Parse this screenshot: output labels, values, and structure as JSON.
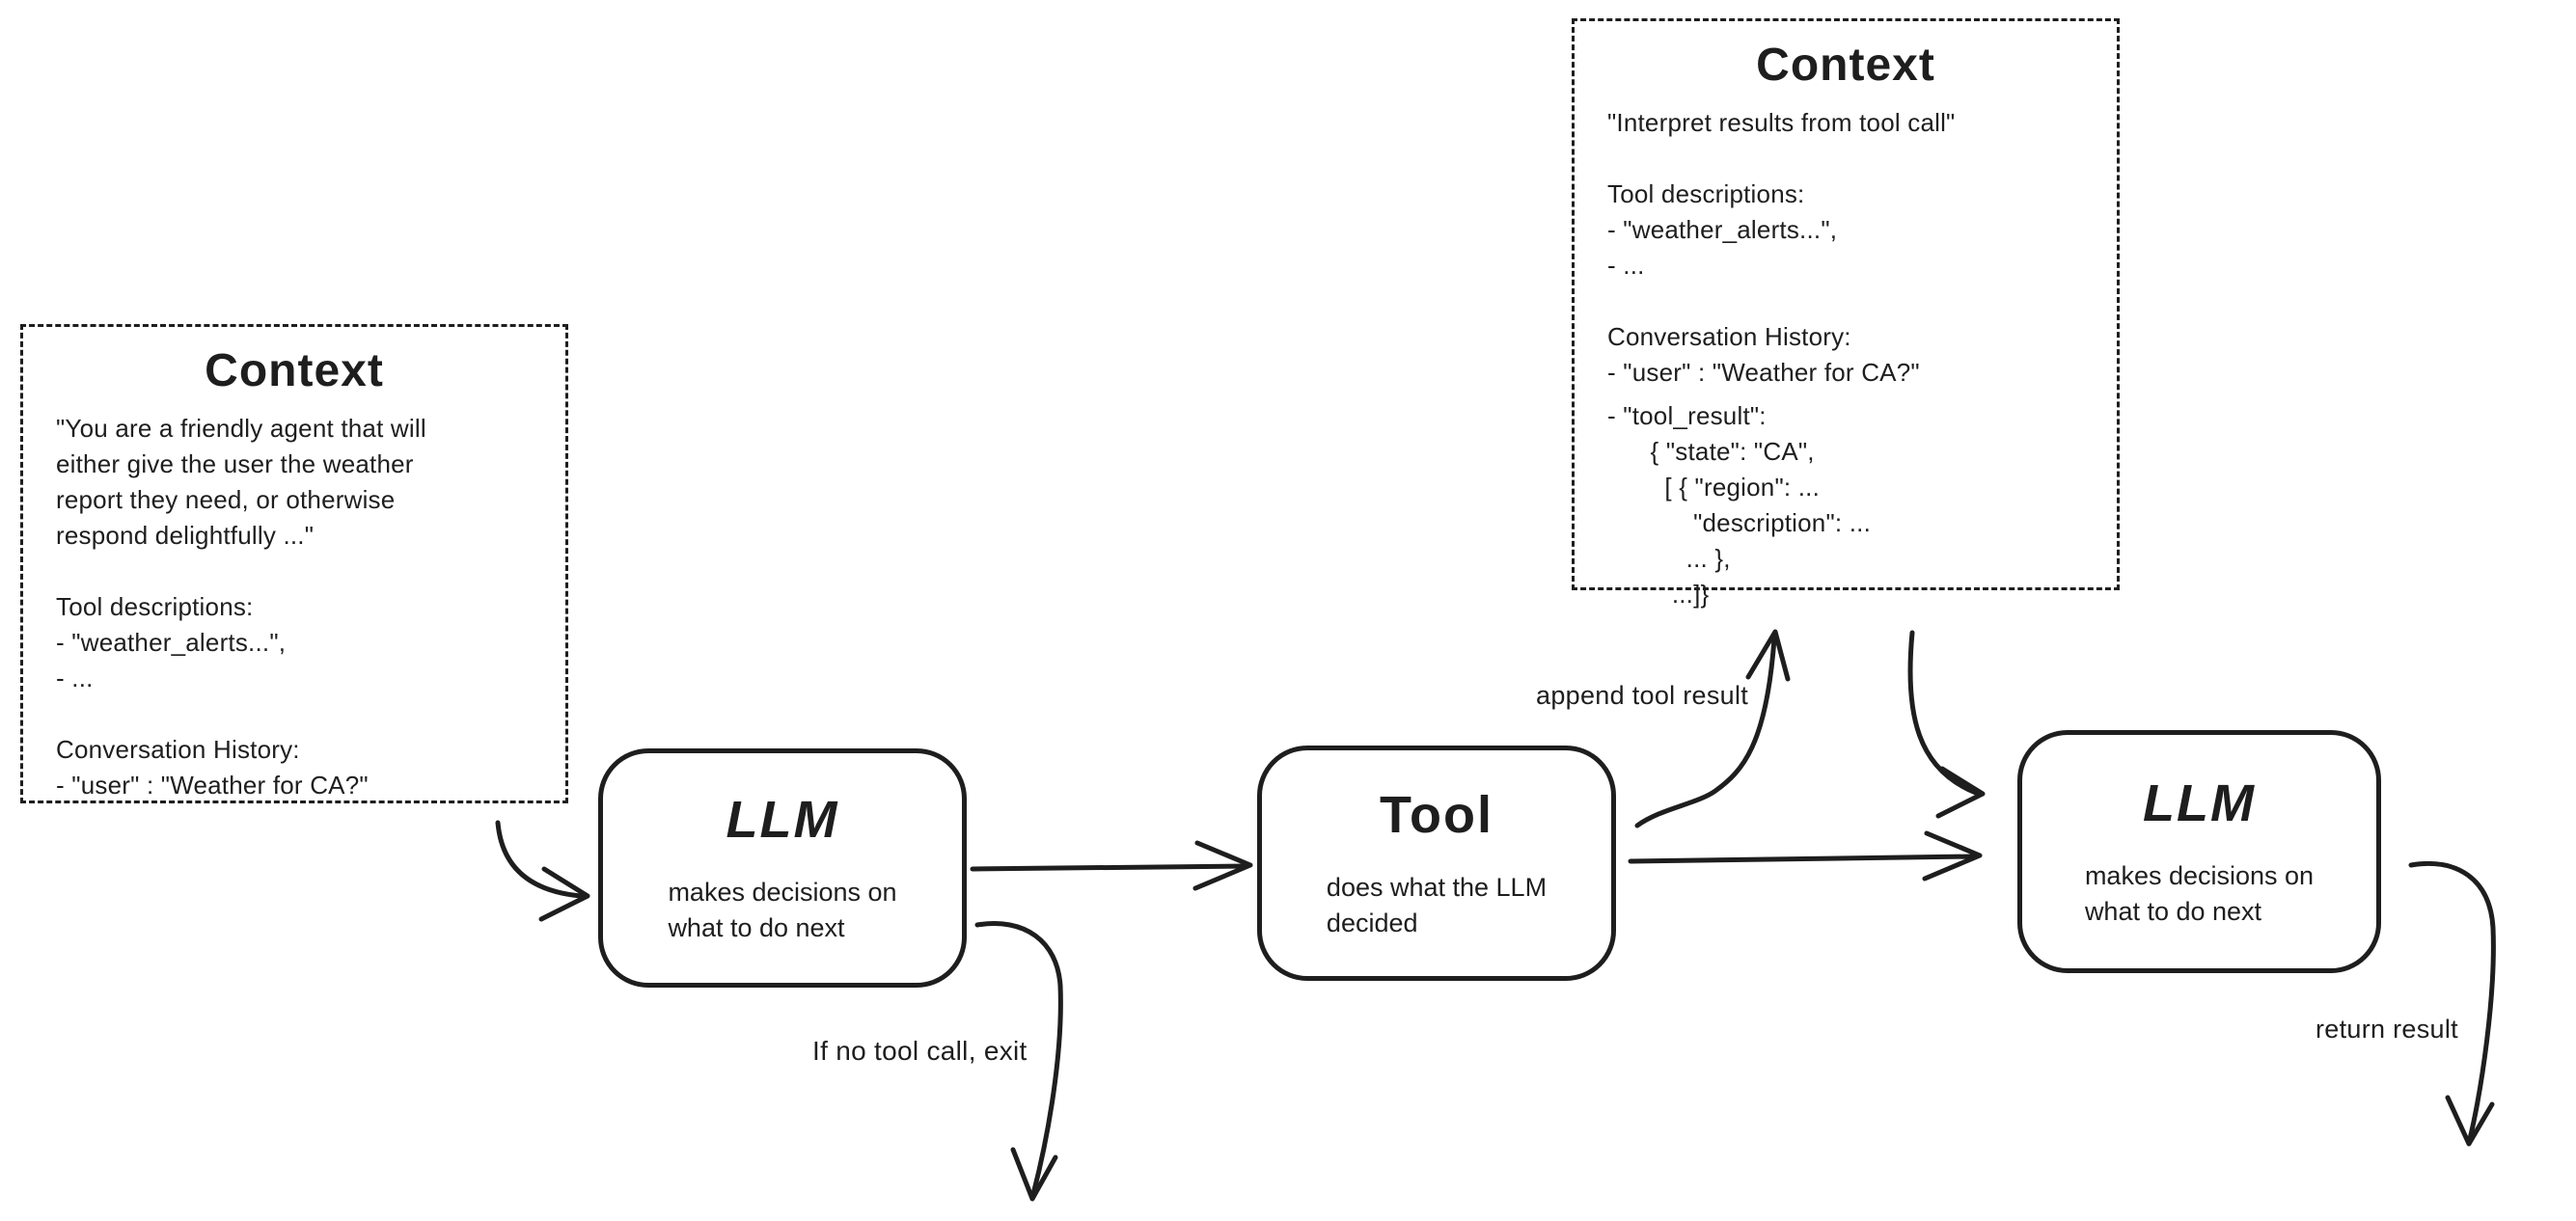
{
  "canvas": {
    "background_color": "#ffffff",
    "ink_color": "#1e1e1e"
  },
  "context_left": {
    "title": "Context",
    "system_prompt": "\"You are a friendly agent that will\neither give the user the weather\nreport they need, or otherwise\nrespond delightfully ...\"",
    "tool_descriptions": "Tool descriptions:\n- \"weather_alerts...\",\n- ...",
    "conversation_history": "Conversation History:\n- \"user\" : \"Weather for CA?\""
  },
  "context_top": {
    "title": "Context",
    "instruction": "\"Interpret results from tool call\"",
    "tool_descriptions": "Tool descriptions:\n- \"weather_alerts...\",\n- ...",
    "conversation_history": "Conversation History:\n- \"user\" : \"Weather for CA?\"",
    "tool_result": "- \"tool_result\":\n      { \"state\": \"CA\",\n        [ { \"region\": ...\n            \"description\": ...\n           ... },\n         ...]}"
  },
  "nodes": {
    "llm1": {
      "title": "LLM",
      "subtitle": "makes decisions on\nwhat to do next"
    },
    "tool": {
      "title": "Tool",
      "subtitle": "does what the LLM\ndecided"
    },
    "llm2": {
      "title": "LLM",
      "subtitle": "makes decisions on\nwhat to do next"
    }
  },
  "edge_labels": {
    "append_tool_result": "append tool result",
    "if_no_tool_call_exit": "If no tool call, exit",
    "return_result": "return result"
  }
}
